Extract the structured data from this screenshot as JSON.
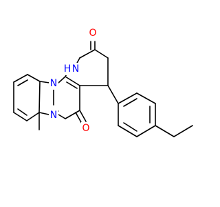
{
  "colors": {
    "background": "#ffffff",
    "bond": "#000000",
    "oxygen": "#ff0000",
    "nitrogen": "#0000ff",
    "carbon": "#000000"
  },
  "atom_labels": {
    "o_top": "O",
    "nh": "H",
    "nh_n": "N",
    "o_bottom": "O",
    "n_bridge": "N",
    "n_bottom": "N"
  }
}
